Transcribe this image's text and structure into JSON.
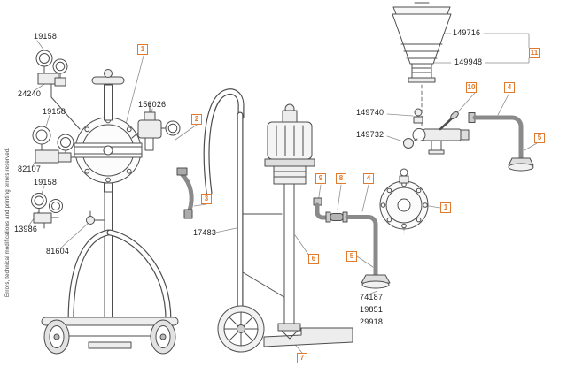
{
  "footnote": "Errors, technical modifications and printing errors reserved.",
  "part_labels": {
    "p19158_top": "19158",
    "p24240": "24240",
    "p19158_mid": "19158",
    "p82107": "82107",
    "p19158_bottom": "19158",
    "p13986": "13986",
    "p81604": "81604",
    "p156026": "156026",
    "p17483": "17483",
    "p149716": "149716",
    "p149948": "149948",
    "p149740": "149740",
    "p149732": "149732",
    "p74187": "74187",
    "p19851": "19851",
    "p29918": "29918"
  },
  "callouts": {
    "c1_left": "1",
    "c2": "2",
    "c3": "3",
    "c9": "9",
    "c8": "8",
    "c4_center": "4",
    "c6": "6",
    "c5_center": "5",
    "c7": "7",
    "c10": "10",
    "c4_right": "4",
    "c11": "11",
    "c5_right": "5",
    "c1_right": "1"
  },
  "colors": {
    "callout_orange": "#E07A2F",
    "diagram_line": "#4D4D4D"
  }
}
